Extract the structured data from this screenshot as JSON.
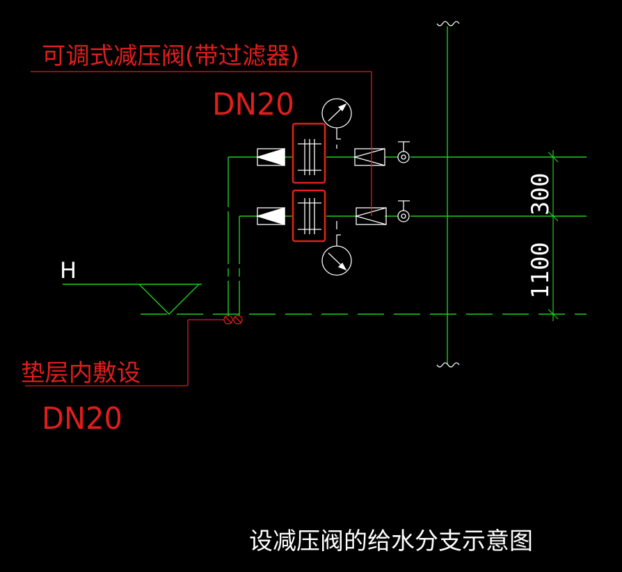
{
  "colors": {
    "background": "#000000",
    "pipe": "#1fd11f",
    "annotation": "#e11d1d",
    "highlight": "#e02020",
    "symbol": "#ffffff"
  },
  "labels": {
    "valve_note": "可调式减压阀(带过滤器)",
    "valve_size": "DN20",
    "floor_level": "H",
    "bedding_note": "垫层内敷设",
    "bedding_size": "DN20",
    "caption": "设减压阀的给水分支示意图"
  },
  "dimensions": {
    "upper": "300",
    "lower": "1100"
  },
  "symbols": [
    "pressure-gauge-icon",
    "pressure-reducing-valve-icon",
    "check-valve-icon",
    "gate-valve-icon",
    "ball-valve-icon",
    "floor-level-triangle-icon",
    "break-mark-icon"
  ]
}
